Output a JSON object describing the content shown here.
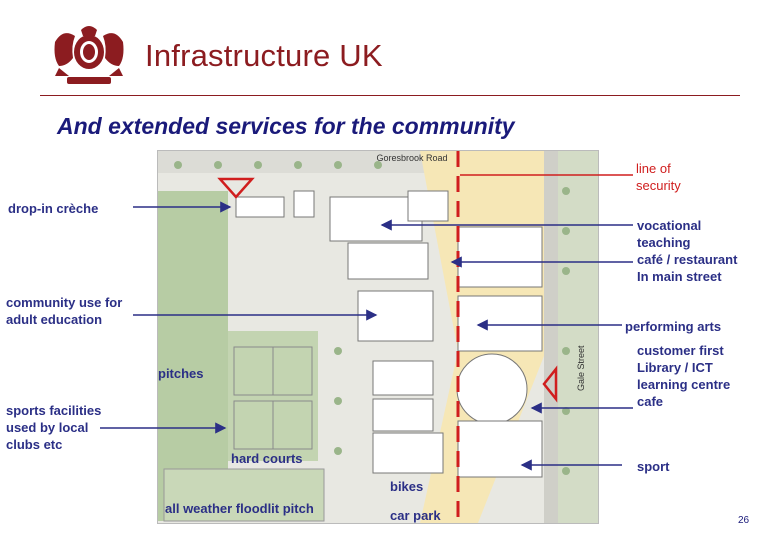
{
  "header": {
    "brand": "Infrastructure UK"
  },
  "slide": {
    "title": "And extended services for the community",
    "page_number": "26"
  },
  "map": {
    "road_label": "Goresbrook Road",
    "street_label": "Gale Street",
    "in_map_labels": {
      "pitches": "pitches",
      "hard_courts": "hard courts",
      "all_weather": "all weather floodlit pitch",
      "bikes": "bikes",
      "car_park": "car park"
    }
  },
  "annotations": {
    "line_of_security": [
      "line of",
      "security"
    ],
    "drop_in": "drop-in crèche",
    "vocational": [
      "vocational",
      "teaching",
      "café / restaurant",
      "In main street"
    ],
    "community_use": [
      "community use for",
      "adult education"
    ],
    "performing_arts": "performing arts",
    "customer_first": [
      "customer first",
      "Library / ICT",
      "learning centre",
      "cafe"
    ],
    "sports_facilities": [
      "sports facilities",
      "used by local",
      "clubs etc"
    ],
    "sport": "sport"
  },
  "colors": {
    "brand_red": "#8c1c20",
    "title_blue": "#1a1a7a",
    "security_red": "#d01e1e",
    "main_street": "#f6e7b6"
  }
}
